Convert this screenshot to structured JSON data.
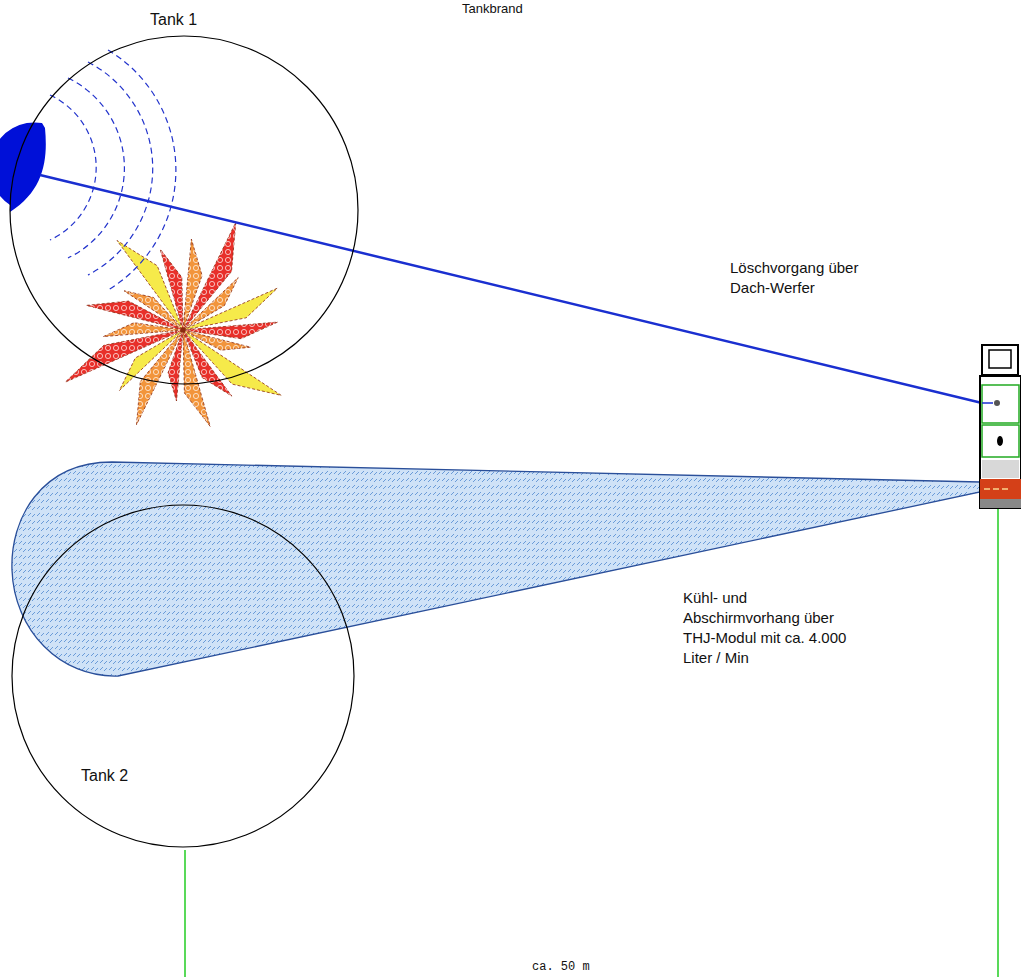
{
  "diagram": {
    "title": "Tankbrand",
    "nodes": [
      {
        "text": [
          "Tank 1"
        ]
      },
      {
        "text": [
          "Tank 2"
        ]
      }
    ],
    "labels": [
      "Löschvorgang über Dach-Werfer",
      "Kühl- und Abschirmvorhang über THJ-Modul mit ca. 4.000 Liter / Min",
      "ca. 50 m"
    ]
  }
}
